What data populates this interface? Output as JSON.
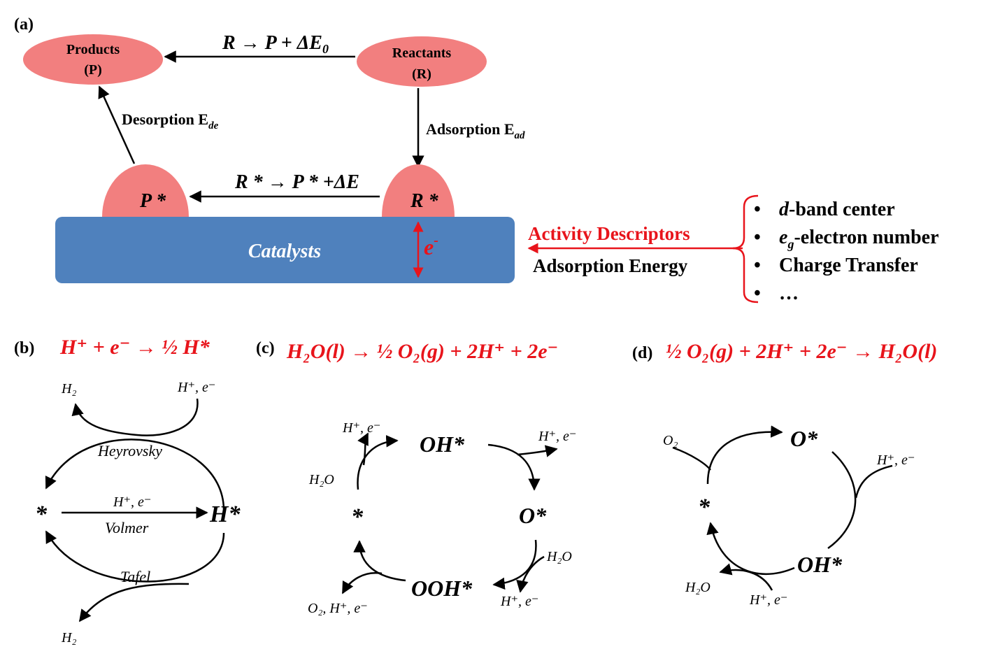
{
  "panel_a": {
    "label": "(a)",
    "products_line1": "Products",
    "products_line2": "(P)",
    "reactants_line1": "Reactants",
    "reactants_line2": "(R)",
    "gas_reaction": "R → P + ΔE",
    "gas_reaction_sub": "0",
    "desorption_text": "Desorption E",
    "desorption_sub": "de",
    "adsorption_text": "Adsorption E",
    "adsorption_sub": "ad",
    "surface_reaction": "R * → P * +ΔE",
    "p_star": "P *",
    "r_star": "R *",
    "catalysts": "Catalysts",
    "electron": "e",
    "electron_sup": "-",
    "activity_descriptors": "Activity Descriptors",
    "adsorption_energy": "Adsorption Energy",
    "descriptor_items": [
      "d-band center",
      "eg-electron number",
      "Charge Transfer",
      "…"
    ]
  },
  "panel_b": {
    "label": "(b)",
    "equation": "H⁺ + e⁻ → ½ H*",
    "h2_top": "H₂",
    "hplus_e": "H⁺, e⁻",
    "heyrovsky": "Heyrovsky",
    "star": "*",
    "h_star": "H*",
    "volmer": "Volmer",
    "volmer_reagents": "H⁺, e⁻",
    "tafel": "Tafel",
    "h2_bottom": "H₂"
  },
  "panel_c": {
    "label": "(c)",
    "equation": "H₂O(l) → ½ O₂(g) + 2H⁺ + 2e⁻",
    "oh_star": "OH*",
    "o_star": "O*",
    "ooh_star": "OOH*",
    "star": "*",
    "hplus_e_left": "H⁺, e⁻",
    "h2o_left": "H₂O",
    "hplus_e_right": "H⁺, e⁻",
    "h2o_right": "H₂O",
    "hplus_e_bottom": "H⁺, e⁻",
    "o2_products": "O₂, H⁺, e⁻"
  },
  "panel_d": {
    "label": "(d)",
    "equation": "½ O₂(g) + 2H⁺ + 2e⁻ → H₂O(l)",
    "o2": "O₂",
    "o_star": "O*",
    "hplus_e_right": "H⁺, e⁻",
    "star": "*",
    "oh_star": "OH*",
    "h2o": "H₂O",
    "hplus_e_bottom": "H⁺, e⁻"
  },
  "colors": {
    "ellipse": "#f27f7f",
    "catalyst": "#4f81bd",
    "red": "#e8141b",
    "black": "#000000"
  }
}
